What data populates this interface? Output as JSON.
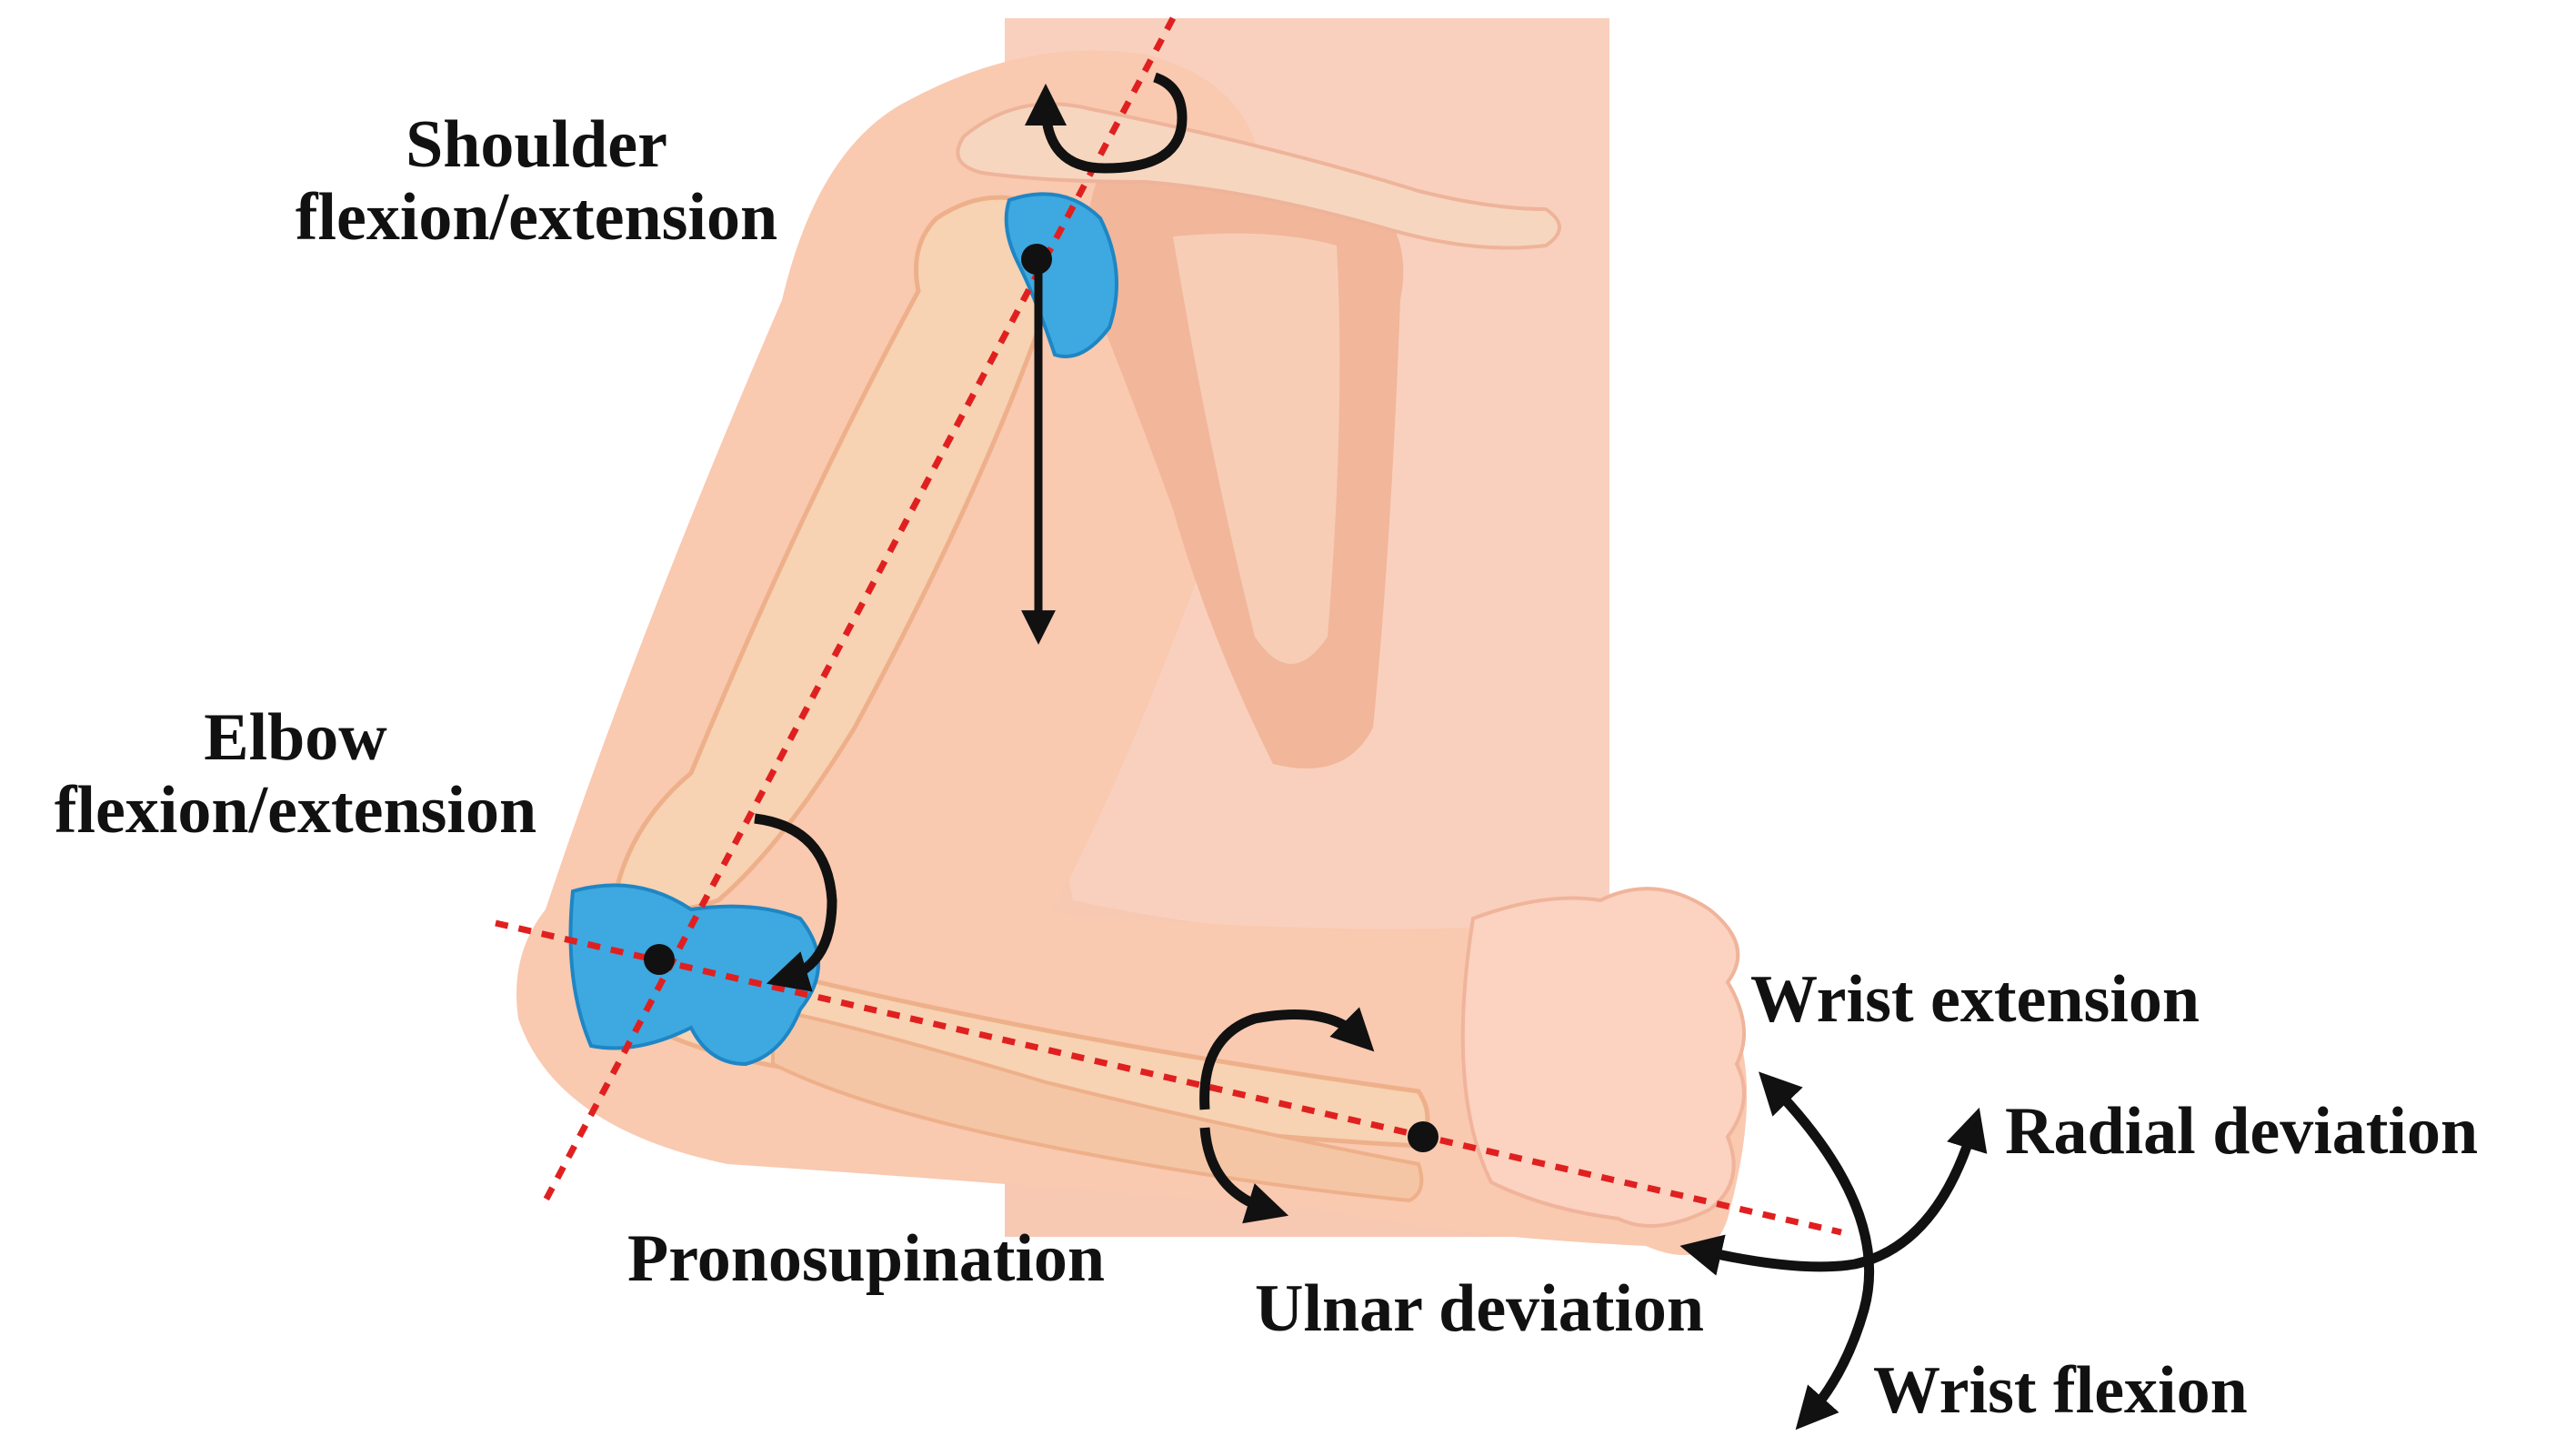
{
  "labels": {
    "shoulder": {
      "line1": "Shoulder",
      "line2": "flexion/extension"
    },
    "elbow": {
      "line1": "Elbow",
      "line2": "flexion/extension"
    },
    "wrist_extension": "Wrist extension",
    "radial_deviation": "Radial deviation",
    "pronosupination": "Pronosupination",
    "ulnar_deviation": "Ulnar deviation",
    "wrist_flexion": "Wrist flexion"
  },
  "colors": {
    "skin": "#f9ccb6",
    "skin_shade": "#f2b294",
    "bone": "#f7d2b3",
    "bone_shade": "#eeb08a",
    "cartilage": "#3ea8e0",
    "axis_line": "#e02020",
    "arrow": "#111111",
    "text": "#111111"
  }
}
